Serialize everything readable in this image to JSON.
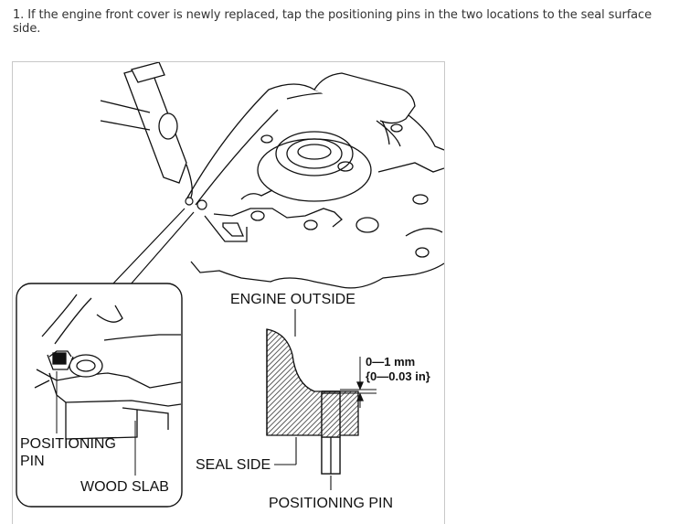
{
  "instruction": "1. If the engine front cover is newly replaced, tap the positioning pins in the two locations to the seal surface side.",
  "figure": {
    "labels": {
      "engine_outside": "ENGINE OUTSIDE",
      "clearance_metric": "0—1 mm",
      "clearance_imperial": "{0—0.03 in}",
      "seal_side": "SEAL SIDE",
      "positioning_pin_main": "POSITIONING PIN",
      "positioning_pin_detail_1": "POSITIONING",
      "positioning_pin_detail_2": "PIN",
      "wood_slab": "WOOD SLAB"
    }
  }
}
